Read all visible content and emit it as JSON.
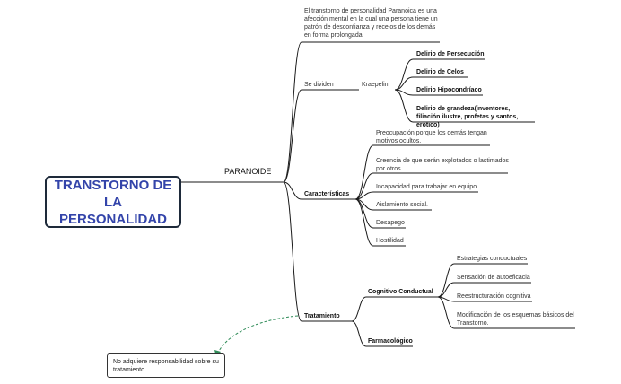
{
  "root": {
    "line1": "TRANSTORNO DE LA",
    "line2": "PERSONALIDAD"
  },
  "main_topic": "PARANOIDE",
  "definition": "El transtorno de personalidad Paranoica es una afección mental en la cual una persona tiene un patrón de desconfianza y recelos de los demás en forma prolongada.",
  "se_dividen": {
    "label": "Se dividen",
    "sub": "Kraepelin",
    "items": [
      "Delirio de Persecución",
      "Delirio de Celos",
      "Delirio Hipocondríaco",
      "Delirio de grandeza(inventores, filiación ilustre, profetas y santos, erótico)"
    ]
  },
  "caracteristicas": {
    "label": "Características",
    "items": [
      "Preocupación porque los demás tengan motivos ocultos.",
      "Creencia de que serán explotados o lastimados por otros.",
      "Incapacidad para trabajar en equipo.",
      "Aislamiento social.",
      "Desapego",
      "Hostilidad"
    ]
  },
  "tratamiento": {
    "label": "Tratamiento",
    "cognitivo": {
      "label": "Cognitivo Conductual",
      "items": [
        "Estrategias conductuales",
        "Sensación de autoeficacia",
        "Reestructuración cognitiva",
        "Modificación de los esquemas básicos del Transtorno."
      ]
    },
    "farmacologico": "Farmacológico"
  },
  "note": "No adquiere responsabilidad sobre su tratamiento.",
  "colors": {
    "line": "#1a1a1a",
    "root_text": "#3344aa",
    "connector": "#2e8b57"
  }
}
